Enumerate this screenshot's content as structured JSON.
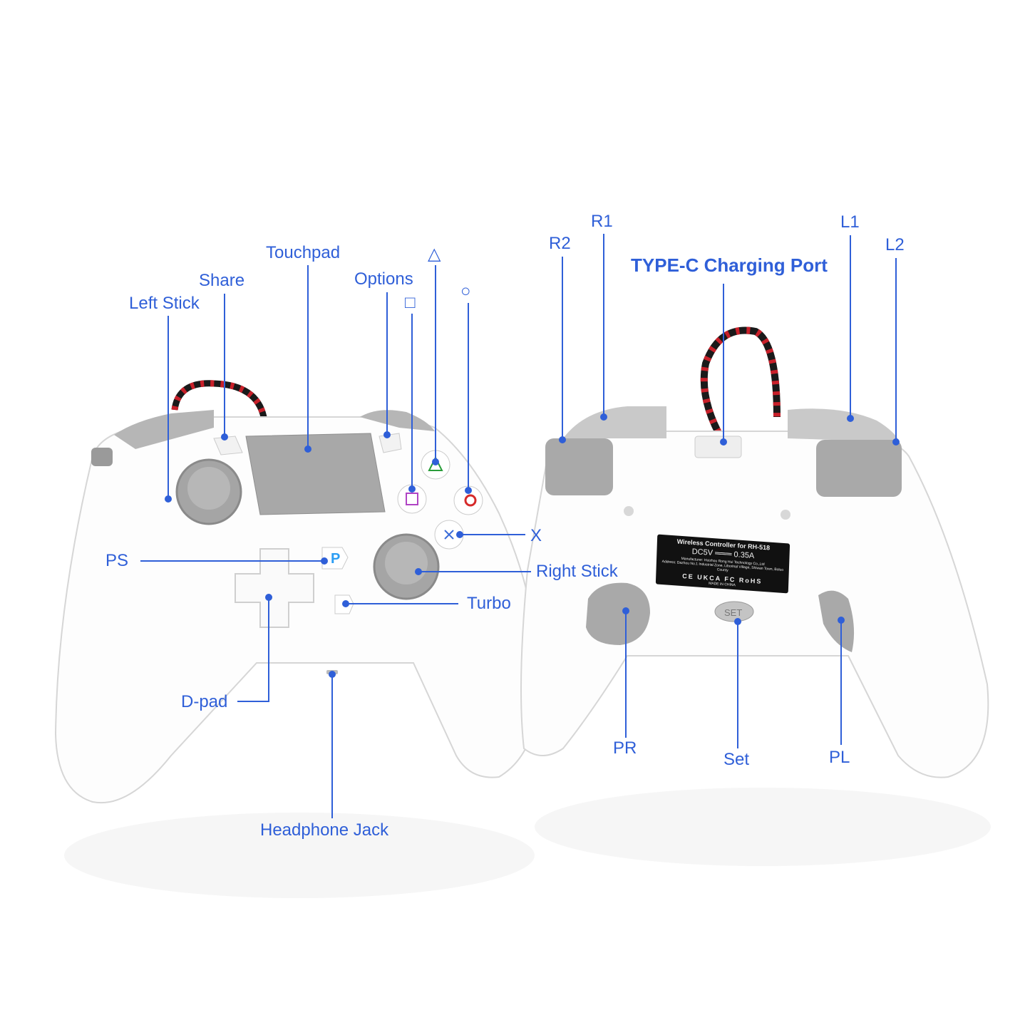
{
  "colors": {
    "label": "#2f5fd8",
    "controller": "#ffffff",
    "accent_grey": "#a9a9a9",
    "cable_black": "#1a1a1a",
    "cable_red": "#c8202a"
  },
  "front_labels": {
    "left_stick": "Left Stick",
    "share": "Share",
    "touchpad": "Touchpad",
    "options": "Options",
    "triangle": "△",
    "square": "□",
    "circle": "○",
    "x": "X",
    "ps": "PS",
    "right_stick": "Right Stick",
    "turbo": "Turbo",
    "dpad": "D-pad",
    "headphone_jack": "Headphone Jack"
  },
  "back_labels": {
    "r2": "R2",
    "r1": "R1",
    "type_c": "TYPE-C Charging Port",
    "l1": "L1",
    "l2": "L2",
    "pr": "PR",
    "set": "Set",
    "pl": "PL"
  },
  "buttons": {
    "ps_button": "P",
    "set_button": "SET"
  },
  "sticker": {
    "title": "Wireless Controller for RH-518",
    "rating": "DC5V ═══ 0.35A",
    "manufacturer": "Manufacturer: Huizhou Rong Hui Technology Co.,Ltd",
    "address": "Address: Dazhou No.1 Industrial Zone, Liborinal Village, Shiwan Town, Boluo County",
    "certs": "CE UKCA FC RoHS",
    "origin": "MADE IN CHINA"
  }
}
